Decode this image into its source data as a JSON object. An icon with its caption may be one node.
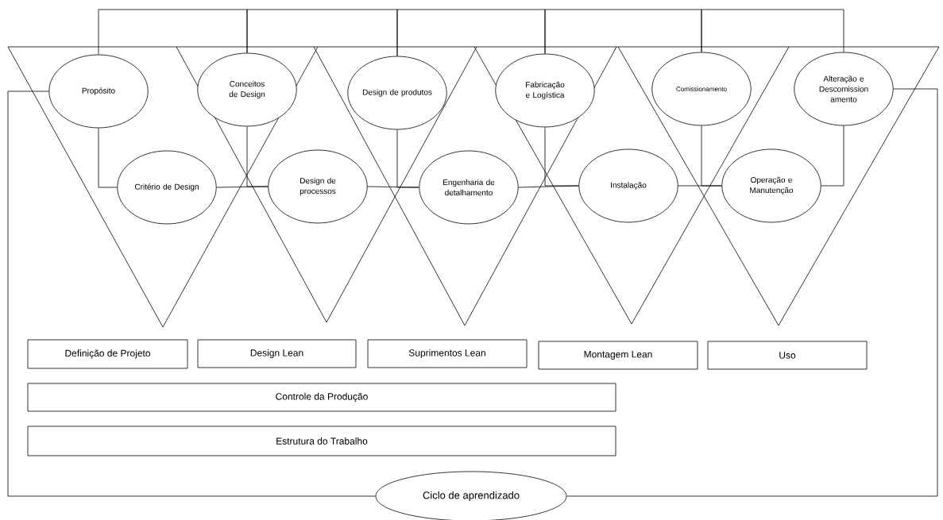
{
  "diagram": {
    "nodes": [
      {
        "text": [
          "Propósito"
        ]
      },
      {
        "text": [
          "Critério de Design"
        ]
      },
      {
        "text": [
          "Conceitos de Design"
        ]
      },
      {
        "text": [
          "Design de processos"
        ]
      },
      {
        "text": [
          "Design de produtos"
        ]
      },
      {
        "text": [
          "Engenharia de detalhamento"
        ]
      },
      {
        "text": [
          "Fabricação e Logística"
        ]
      },
      {
        "text": [
          "Instalação"
        ]
      },
      {
        "text": [
          "Comissionamento"
        ]
      },
      {
        "text": [
          "Operação e Manutenção"
        ]
      },
      {
        "text": [
          "Alteração e Descomission amento"
        ]
      },
      {
        "text": [
          "Definição de Projeto"
        ]
      },
      {
        "text": [
          "Design Lean"
        ]
      },
      {
        "text": [
          "Suprimentos Lean"
        ]
      },
      {
        "text": [
          "Montagem Lean"
        ]
      },
      {
        "text": [
          "Uso"
        ]
      },
      {
        "text": [
          "Controle da Produção"
        ]
      },
      {
        "text": [
          "Estrutura do Trabalho"
        ]
      },
      {
        "text": [
          "Ciclo de aprendizado"
        ]
      }
    ],
    "edges": [
      {
        "from": 0,
        "to": 2,
        "arrow": "none"
      },
      {
        "from": 2,
        "to": 4,
        "arrow": "none"
      },
      {
        "from": 4,
        "to": 6,
        "arrow": "none"
      },
      {
        "from": 6,
        "to": 8,
        "arrow": "none"
      },
      {
        "from": 8,
        "to": 10,
        "arrow": "none"
      },
      {
        "from": 0,
        "to": 1,
        "arrow": "none"
      },
      {
        "from": 1,
        "to": 3,
        "arrow": "none"
      },
      {
        "from": 2,
        "to": 3,
        "arrow": "none"
      },
      {
        "from": 3,
        "to": 5,
        "arrow": "none"
      },
      {
        "from": 4,
        "to": 5,
        "arrow": "none"
      },
      {
        "from": 5,
        "to": 7,
        "arrow": "none"
      },
      {
        "from": 6,
        "to": 7,
        "arrow": "none"
      },
      {
        "from": 7,
        "to": 9,
        "arrow": "none"
      },
      {
        "from": 8,
        "to": 9,
        "arrow": "none"
      },
      {
        "from": 10,
        "to": 9,
        "arrow": "none"
      },
      {
        "from": 0,
        "to": 18,
        "arrow": "none"
      },
      {
        "from": 10,
        "to": 18,
        "arrow": "none"
      }
    ]
  }
}
